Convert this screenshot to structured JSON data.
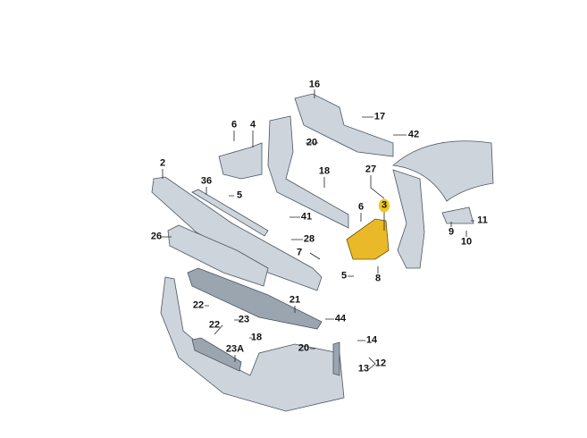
{
  "diagram": {
    "title": "Front bumper assembly exploded view",
    "highlight_color": "#f2c51a",
    "labels": [
      "16",
      "17",
      "42",
      "6",
      "4",
      "20",
      "18",
      "27",
      "2",
      "36",
      "5",
      "41",
      "6",
      "3",
      "26",
      "28",
      "9",
      "11",
      "10",
      "7",
      "5",
      "8",
      "21",
      "44",
      "22",
      "23",
      "22",
      "18",
      "20",
      "14",
      "23A",
      "12",
      "13"
    ]
  }
}
